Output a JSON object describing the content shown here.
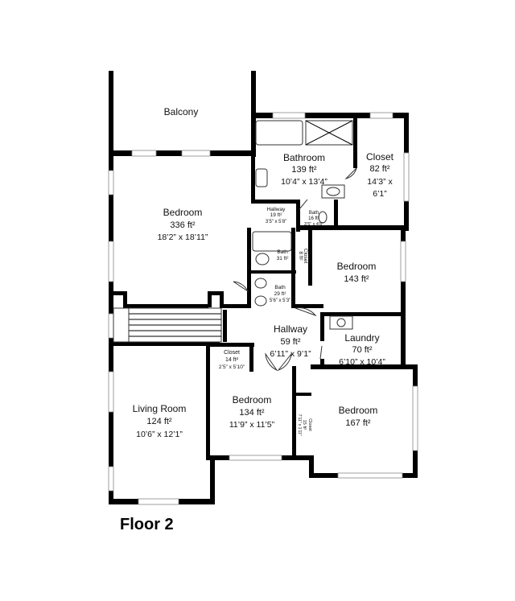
{
  "floor_label": "Floor 2",
  "rooms": [
    {
      "id": "balcony",
      "name": "Balcony",
      "area": "",
      "dims": ""
    },
    {
      "id": "bathroom-main",
      "name": "Bathroom",
      "area": "139 ft²",
      "dims": "10’4” x 13’4”"
    },
    {
      "id": "closet-top",
      "name": "Closet",
      "area": "82 ft²",
      "dims": "14’3” x",
      "dims2": "6’1”"
    },
    {
      "id": "bedroom-master",
      "name": "Bedroom",
      "area": "336 ft²",
      "dims": "18’2” x 18’11”"
    },
    {
      "id": "hallway-small",
      "name": "Hallway",
      "area": "19 ft²",
      "dims": "3’5” x 5’8”"
    },
    {
      "id": "bath-16",
      "name": "Bath",
      "area": "16 ft²",
      "dims": "3’5” x 4’8”"
    },
    {
      "id": "bath-31",
      "name": "Bath",
      "area": "31 ft²",
      "dims": ""
    },
    {
      "id": "closet-8",
      "name": "Closet",
      "area": "8 ft²",
      "dims": ""
    },
    {
      "id": "bedroom-143",
      "name": "Bedroom",
      "area": "143 ft²",
      "dims": ""
    },
    {
      "id": "bath-29",
      "name": "Bath",
      "area": "29 ft²",
      "dims": "5’6” x 5’3”"
    },
    {
      "id": "hallway-main",
      "name": "Hallway",
      "area": "59 ft²",
      "dims": "6’11” x 9’1”"
    },
    {
      "id": "laundry",
      "name": "Laundry",
      "area": "70 ft²",
      "dims": "6’10” x 10’4”"
    },
    {
      "id": "closet-14",
      "name": "Closet",
      "area": "14 ft²",
      "dims": "2’5” x 5’10”"
    },
    {
      "id": "living-room",
      "name": "Living Room",
      "area": "124 ft²",
      "dims": "10’6” x 12’1”"
    },
    {
      "id": "bedroom-134",
      "name": "Bedroom",
      "area": "134 ft²",
      "dims": "11’9” x 11’5”"
    },
    {
      "id": "closet-15",
      "name": "Closet",
      "area": "15 ft²",
      "dims": "7’11” x 1’11”"
    },
    {
      "id": "bedroom-167",
      "name": "Bedroom",
      "area": "167 ft²",
      "dims": ""
    }
  ]
}
